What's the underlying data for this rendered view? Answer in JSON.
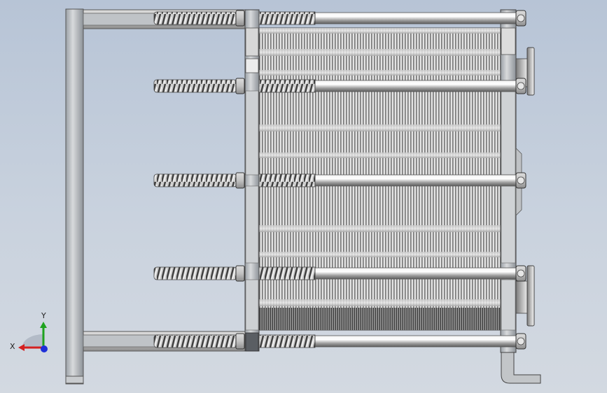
{
  "viewport": {
    "description_visible": false,
    "background_top": "#b7c4d6",
    "background_bottom": "#d3d9e1"
  },
  "model": {
    "plate_pack": {
      "plate_color_light": "#e6e6e6",
      "plate_color_dark": "#5a5a5a",
      "plate_count_estimate": 110
    },
    "tie_rods": [
      {
        "id": "rod-top",
        "nut_left": true,
        "nut_right": true,
        "thread_outer_left": true
      },
      {
        "id": "rod-upper",
        "nut_left": true,
        "nut_right": true,
        "thread_outer_left": true
      },
      {
        "id": "rod-middle",
        "nut_left": true,
        "nut_right": true,
        "thread_outer_left": true
      },
      {
        "id": "rod-lower",
        "nut_left": true,
        "nut_right": true,
        "thread_outer_left": true
      },
      {
        "id": "rod-bottom",
        "nut_left": true,
        "nut_right": true,
        "thread_outer_left": true
      }
    ],
    "nozzles": [
      {
        "id": "nozzle-upper"
      },
      {
        "id": "nozzle-lower"
      }
    ],
    "metal_color": "#c8c8c8",
    "frame_color": "#b4b8bd"
  },
  "triad": {
    "x_label": "X",
    "y_label": "Y",
    "x_color": "#d42020",
    "y_color": "#1fa21f",
    "z_color": "#1e2fd8"
  }
}
